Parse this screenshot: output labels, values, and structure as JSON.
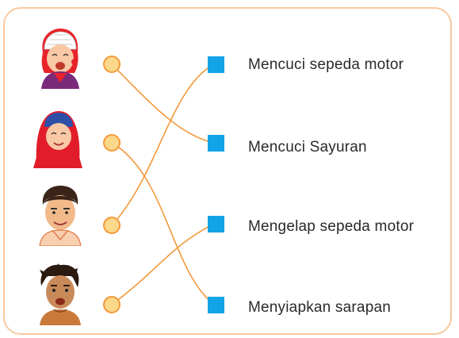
{
  "activities": [
    {
      "label": "Mencuci sepeda motor"
    },
    {
      "label": "Mencuci Sayuran"
    },
    {
      "label": "Mengelap sepeda motor"
    },
    {
      "label": "Menyiapkan sarapan"
    }
  ],
  "people": [
    {
      "icon": "grandmother-icon"
    },
    {
      "icon": "mother-icon"
    },
    {
      "icon": "father-icon"
    },
    {
      "icon": "boy-icon"
    }
  ],
  "matches": [
    {
      "person": 1,
      "activity": 2
    },
    {
      "person": 2,
      "activity": 4
    },
    {
      "person": 3,
      "activity": 1
    },
    {
      "person": 4,
      "activity": 3
    }
  ],
  "colors": {
    "frame_border": "#f7c9a0",
    "line": "#f29a3c",
    "dot_fill": "#fcd88a",
    "square": "#13a4e8"
  }
}
